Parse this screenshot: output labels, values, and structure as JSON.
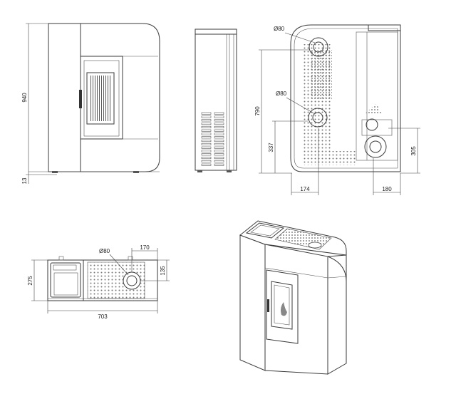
{
  "front_view": {
    "height_label": "940",
    "feet_label": "13"
  },
  "rear_view": {
    "flue_top_label": "Ø80",
    "flue_mid_label": "Ø80",
    "height_790_label": "790",
    "height_337_label": "337",
    "height_305_label": "305",
    "width_174_label": "174",
    "width_180_label": "180"
  },
  "top_view": {
    "flue_label": "Ø80",
    "offset_170_label": "170",
    "offset_135_label": "135",
    "depth_label": "275",
    "width_label": "703"
  },
  "colors": {
    "line": "#3a3a3a",
    "grille": "#6a6a6a",
    "background": "#ffffff"
  }
}
